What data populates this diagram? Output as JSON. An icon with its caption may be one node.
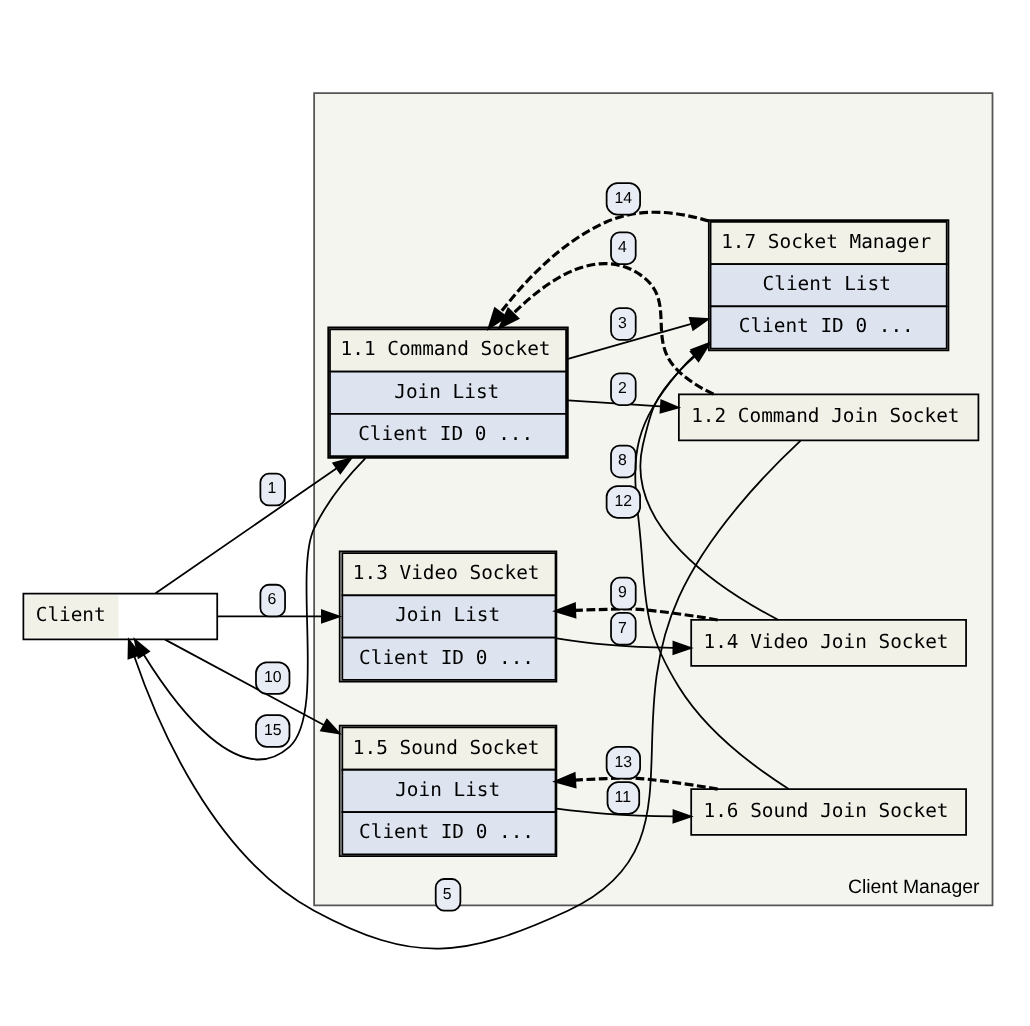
{
  "diagram": {
    "nodes": [
      {
        "text": [
          "Client"
        ]
      },
      {
        "text": [
          "Client Manager"
        ]
      },
      {
        "text": [
          "1.1 Command Socket",
          "Join List",
          "Client ID 0 ..."
        ],
        "in": 1
      },
      {
        "text": [
          "1.2 Command Join Socket"
        ],
        "in": 1
      },
      {
        "text": [
          "1.3 Video Socket",
          "Join List",
          "Client ID 0 ..."
        ],
        "in": 1
      },
      {
        "text": [
          "1.4 Video Join Socket"
        ],
        "in": 1
      },
      {
        "text": [
          "1.5 Sound Socket",
          "Join List",
          "Client ID 0 ..."
        ],
        "in": 1
      },
      {
        "text": [
          "1.6 Sound Join Socket"
        ],
        "in": 1
      },
      {
        "text": [
          "1.7 Socket Manager",
          "Client List",
          "Client ID 0 ..."
        ],
        "in": 1
      }
    ],
    "edges": [
      {
        "from": 0,
        "to": 2,
        "arrow": "to",
        "label": "1"
      },
      {
        "from": 2,
        "to": 3,
        "arrow": "to",
        "label": "2"
      },
      {
        "from": 2,
        "to": 8,
        "arrow": "to",
        "label": "3"
      },
      {
        "from": 3,
        "to": 2,
        "arrow": "to",
        "label": "4",
        "style": "dashed"
      },
      {
        "from": 3,
        "to": 0,
        "arrow": "to",
        "label": "5"
      },
      {
        "from": 0,
        "to": 4,
        "arrow": "to",
        "label": "6"
      },
      {
        "from": 4,
        "to": 5,
        "arrow": "to",
        "label": "7"
      },
      {
        "from": 5,
        "to": 8,
        "arrow": "to",
        "label": "8"
      },
      {
        "from": 5,
        "to": 4,
        "arrow": "to",
        "label": "9",
        "style": "dashed"
      },
      {
        "from": 0,
        "to": 6,
        "arrow": "to",
        "label": "10"
      },
      {
        "from": 6,
        "to": 7,
        "arrow": "to",
        "label": "11"
      },
      {
        "from": 7,
        "to": 8,
        "arrow": "to",
        "label": "12"
      },
      {
        "from": 7,
        "to": 6,
        "arrow": "to",
        "label": "13",
        "style": "dashed"
      },
      {
        "from": 8,
        "to": 2,
        "arrow": "to",
        "label": "14",
        "style": "dashed"
      },
      {
        "from": 2,
        "to": 0,
        "arrow": "to",
        "label": "15"
      }
    ]
  }
}
